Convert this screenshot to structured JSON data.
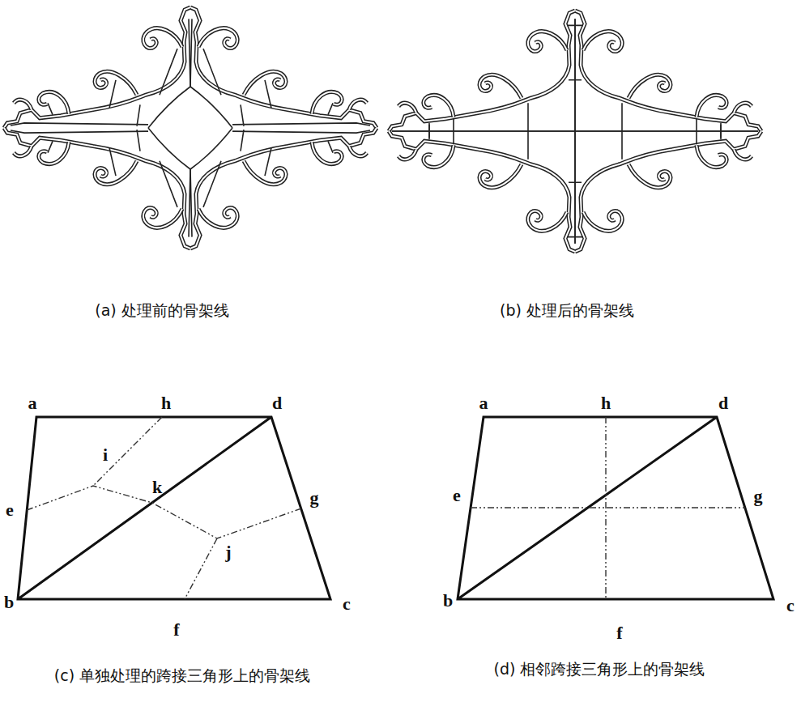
{
  "diagram": {
    "labels": [
      "(a) 处理前的骨架线",
      "(b) 处理后的骨架线",
      "a",
      "h",
      "d",
      "i",
      "e",
      "k",
      "g",
      "j",
      "b",
      "c",
      "f",
      "(c) 单独处理的跨接三角形上的骨架线",
      "a",
      "h",
      "d",
      "e",
      "g",
      "b",
      "c",
      "f",
      "(d) 相邻跨接三角形上的骨架线"
    ]
  }
}
